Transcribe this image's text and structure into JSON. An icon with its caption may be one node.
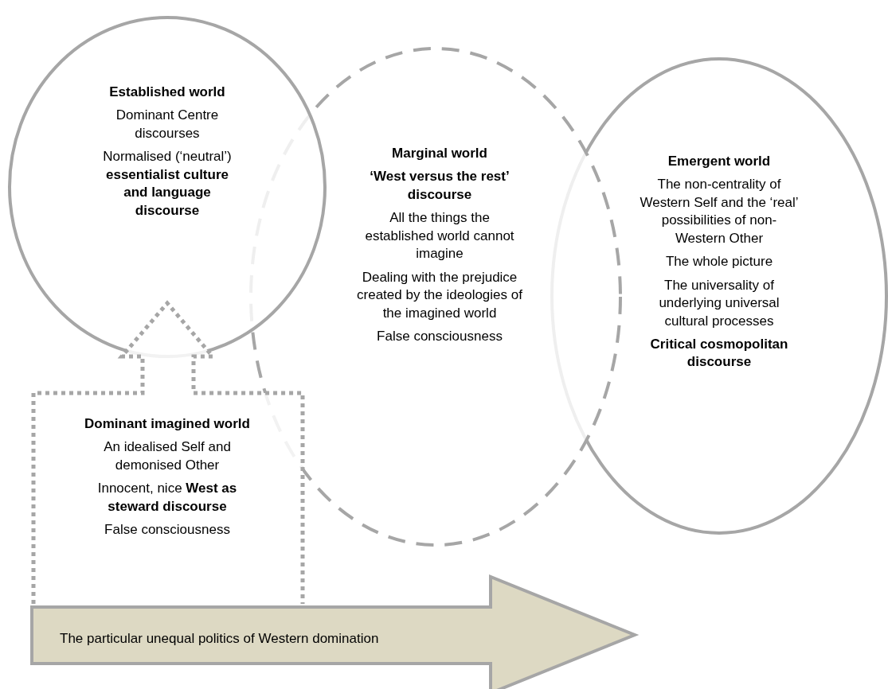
{
  "diagram": {
    "nodes": [
      {
        "text": [
          "Established world",
          "Dominant Centre discourses",
          "Normalised (‘neutral’) **essentialist culture and language discourse**"
        ]
      },
      {
        "text": [
          "Marginal world",
          "‘West versus the rest’ discourse",
          "All the things the established world cannot imagine",
          "Dealing with the prejudice created by the ideologies of the imagined world",
          "False consciousness"
        ]
      },
      {
        "text": [
          "Emergent world",
          "The non-centrality of Western Self and the ‘real’ possibilities of non-Western Other",
          "The whole picture",
          "The universality of underlying universal cultural processes",
          "Critical cosmopolitan discourse"
        ]
      },
      {
        "text": [
          "Dominant imagined world",
          "An idealised Self and demonised Other",
          "Innocent, nice **West as steward discourse**",
          "False consciousness"
        ]
      },
      {
        "text": [
          "The particular unequal politics of Western domination"
        ]
      }
    ]
  }
}
